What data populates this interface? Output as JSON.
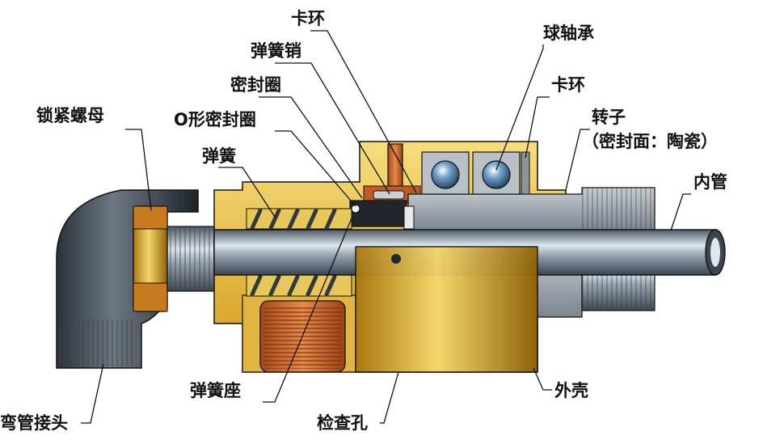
{
  "labels": {
    "clip_ring_top": "卡环",
    "spring_pin": "弹簧销",
    "seal_ring": "密封圈",
    "o_ring": "O形密封圈",
    "spring": "弹簧",
    "lock_nut": "锁紧螺母",
    "ball_bearing": "球轴承",
    "clip_ring_right": "卡环",
    "rotor": "转子",
    "rotor_note": "（密封面：陶瓷）",
    "inner_pipe": "内管",
    "spring_seat": "弹簧座",
    "housing": "外壳",
    "elbow_joint": "弯管接头",
    "inspection_hole": "检查孔"
  },
  "colors": {
    "brass": "#d9a521",
    "brass_light": "#f2d36a",
    "copper": "#c8612a",
    "steel": "#9aa3ab",
    "steel_dark": "#5e666d",
    "black_part": "#22262b",
    "outline": "#111111"
  }
}
